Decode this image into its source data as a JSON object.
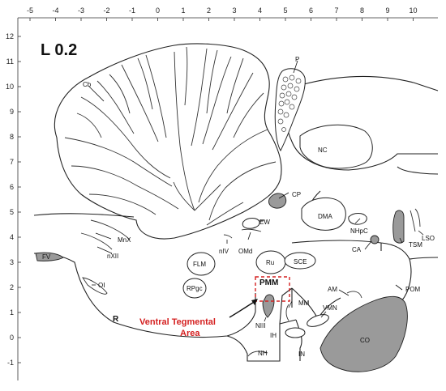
{
  "title": "L 0.2",
  "axes": {
    "x_ticks": [
      "-5",
      "-4",
      "-3",
      "-2",
      "-1",
      "0",
      "1",
      "2",
      "3",
      "4",
      "5",
      "6",
      "7",
      "8",
      "9",
      "10"
    ],
    "y_ticks": [
      "12",
      "11",
      "10",
      "9",
      "8",
      "7",
      "6",
      "5",
      "4",
      "3",
      "2",
      "1",
      "0",
      "-1"
    ]
  },
  "structures": {
    "P": "P",
    "Cb": "Cb",
    "NC": "NC",
    "CP": "CP",
    "DMA": "DMA",
    "NHpC": "NHpC",
    "EW": "EW",
    "MnX": "MnX",
    "nXII": "nXII",
    "nIV": "nIV",
    "OMd": "OMd",
    "FV": "FV",
    "FLM": "FLM",
    "Ru": "Ru",
    "SCE": "SCE",
    "CA": "CA",
    "TSM": "TSM",
    "LSO": "LSO",
    "OI": "OI",
    "RPgc": "RPgc",
    "PMM": "PMM",
    "MM": "MM",
    "AM": "AM",
    "POM": "POM",
    "R": "R",
    "VMN": "VMN",
    "NIII": "NIII",
    "IH": "IH",
    "NH": "NH",
    "IN": "IN",
    "CO": "CO"
  },
  "callout": {
    "line1": "Ventral Tegmental",
    "line2": "Area"
  },
  "colors": {
    "highlight": "#d42020",
    "shade": "#9a9a9a",
    "ink": "#222222"
  }
}
